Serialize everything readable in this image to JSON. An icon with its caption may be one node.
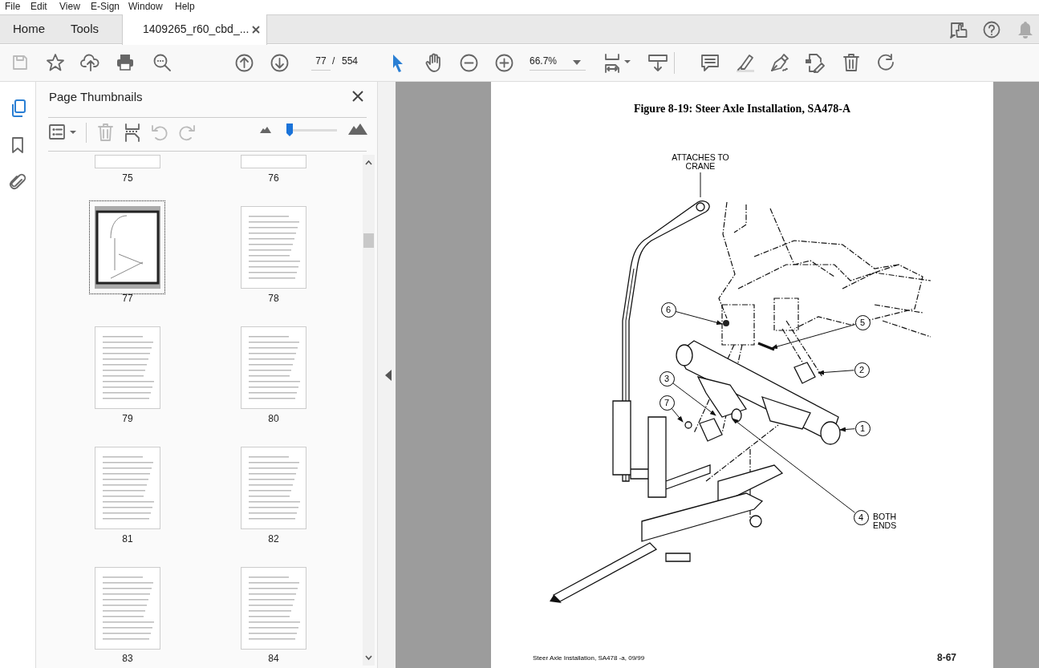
{
  "diagram": {
    "title": "Figure 8-19:  Steer Axle Installation, SA478-A",
    "nodes": [
      {
        "text": [
          "ATTACHES TO CRANE"
        ]
      },
      {
        "text": [
          "6"
        ]
      },
      {
        "text": [
          "5"
        ]
      },
      {
        "text": [
          "2"
        ]
      },
      {
        "text": [
          "3"
        ]
      },
      {
        "text": [
          "7"
        ]
      },
      {
        "text": [
          "1"
        ]
      },
      {
        "text": [
          "4"
        ],
        "beside": [
          "BOTH ENDS"
        ]
      }
    ],
    "edges": [
      {
        "from": 0,
        "to": null,
        "arrow": "none"
      },
      {
        "from": 1,
        "to": null,
        "arrow": "to"
      },
      {
        "from": 2,
        "to": null,
        "arrow": "to"
      },
      {
        "from": 3,
        "to": null,
        "arrow": "to"
      },
      {
        "from": 4,
        "to": null,
        "arrow": "to"
      },
      {
        "from": 5,
        "to": null,
        "arrow": "to"
      },
      {
        "from": 6,
        "to": null,
        "arrow": "to"
      },
      {
        "from": 7,
        "to": null,
        "arrow": "to"
      }
    ],
    "labels": [
      "File",
      "Edit",
      "View",
      "E-Sign",
      "Window",
      "Help",
      "Home",
      "Tools",
      "1409265_r60_cbd_...",
      "77",
      "/",
      "554",
      "66.7%",
      "Page Thumbnails",
      "75",
      "76",
      "77",
      "78",
      "79",
      "80",
      "81",
      "82",
      "83",
      "84",
      "Steer Axle Installation, SA478 -a,  09/99",
      "8-67"
    ]
  }
}
